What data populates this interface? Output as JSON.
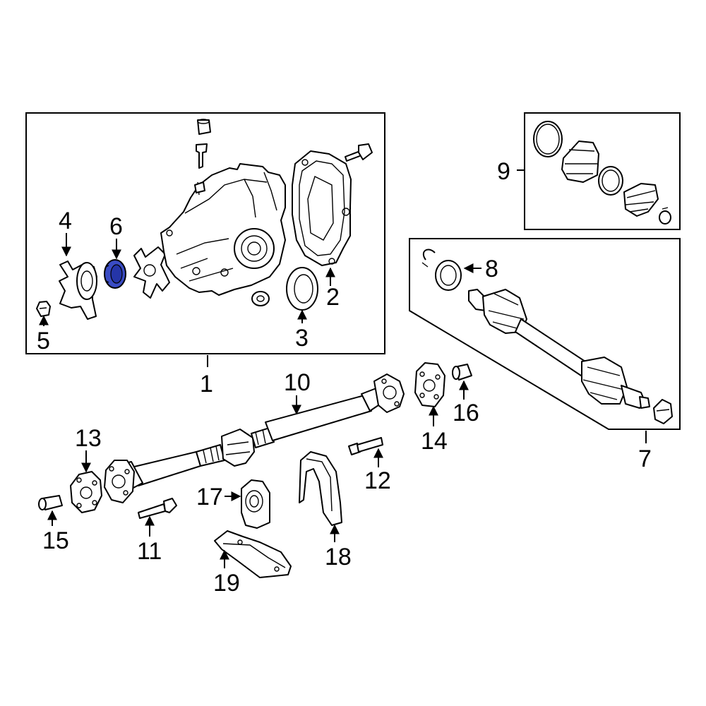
{
  "diagram": {
    "highlight_color": "#3a4cc4",
    "highlighted_part": "6",
    "callouts": {
      "p1": "1",
      "p2": "2",
      "p3": "3",
      "p4": "4",
      "p5": "5",
      "p6": "6",
      "p7": "7",
      "p8": "8",
      "p9": "9",
      "p10": "10",
      "p11": "11",
      "p12": "12",
      "p13": "13",
      "p14": "14",
      "p15": "15",
      "p16": "16",
      "p17": "17",
      "p18": "18",
      "p19": "19"
    }
  }
}
